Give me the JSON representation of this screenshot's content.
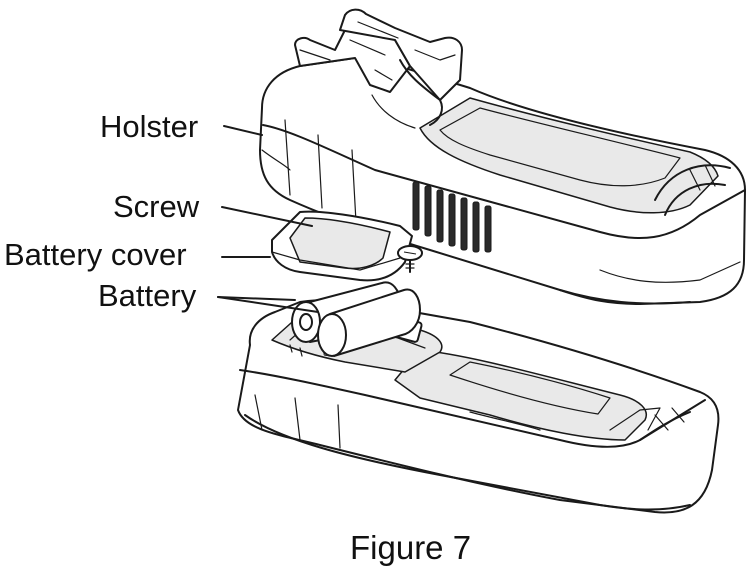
{
  "labels": {
    "holster": "Holster",
    "screw": "Screw",
    "battery_cover": "Battery cover",
    "battery": "Battery"
  },
  "caption": "Figure 7"
}
